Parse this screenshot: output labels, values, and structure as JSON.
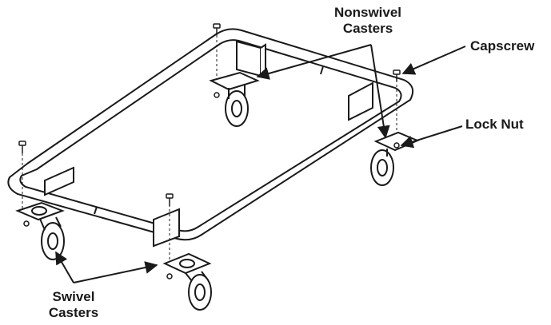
{
  "labels": {
    "nonswivel_line1": "Nonswivel",
    "nonswivel_line2": "Casters",
    "capscrew": "Capscrew",
    "lock_nut": "Lock Nut",
    "swivel_line1": "Swivel",
    "swivel_line2": "Casters"
  },
  "colors": {
    "line": "#1a1a1a",
    "background": "#ffffff"
  }
}
